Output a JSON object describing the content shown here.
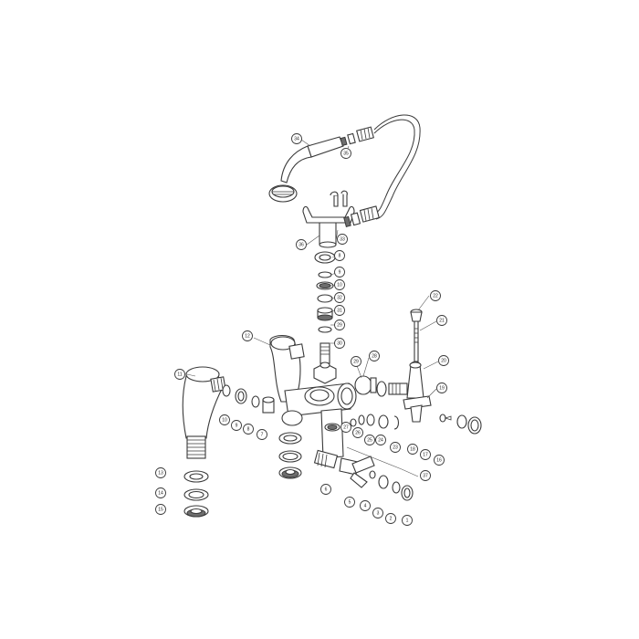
{
  "diagram": {
    "callouts": [
      {
        "id": "c34",
        "label": "34"
      },
      {
        "id": "c35",
        "label": "35"
      },
      {
        "id": "c36",
        "label": "36"
      },
      {
        "id": "c33",
        "label": "33"
      },
      {
        "id": "c8a",
        "label": "8"
      },
      {
        "id": "c9a",
        "label": "9"
      },
      {
        "id": "c10a",
        "label": "10"
      },
      {
        "id": "c32",
        "label": "32"
      },
      {
        "id": "c31",
        "label": "31"
      },
      {
        "id": "c29a",
        "label": "29"
      },
      {
        "id": "c30",
        "label": "30"
      },
      {
        "id": "c12",
        "label": "12"
      },
      {
        "id": "c28",
        "label": "28"
      },
      {
        "id": "c29b",
        "label": "29"
      },
      {
        "id": "c22",
        "label": "22"
      },
      {
        "id": "c21",
        "label": "21"
      },
      {
        "id": "c20",
        "label": "20"
      },
      {
        "id": "c19",
        "label": "19"
      },
      {
        "id": "c11",
        "label": "11"
      },
      {
        "id": "c10b",
        "label": "10"
      },
      {
        "id": "c9b",
        "label": "9"
      },
      {
        "id": "c8b",
        "label": "8"
      },
      {
        "id": "c7",
        "label": "7"
      },
      {
        "id": "c27",
        "label": "27"
      },
      {
        "id": "c26",
        "label": "26"
      },
      {
        "id": "c25",
        "label": "25"
      },
      {
        "id": "c24",
        "label": "24"
      },
      {
        "id": "c23",
        "label": "23"
      },
      {
        "id": "c18",
        "label": "18"
      },
      {
        "id": "c17",
        "label": "17"
      },
      {
        "id": "c16",
        "label": "16"
      },
      {
        "id": "c13",
        "label": "13"
      },
      {
        "id": "c14",
        "label": "14"
      },
      {
        "id": "c15",
        "label": "15"
      },
      {
        "id": "c6",
        "label": "6"
      },
      {
        "id": "c5",
        "label": "5"
      },
      {
        "id": "c4",
        "label": "4"
      },
      {
        "id": "c3",
        "label": "3"
      },
      {
        "id": "c2",
        "label": "2"
      },
      {
        "id": "c1",
        "label": "1"
      },
      {
        "id": "c37",
        "label": "37"
      }
    ]
  }
}
